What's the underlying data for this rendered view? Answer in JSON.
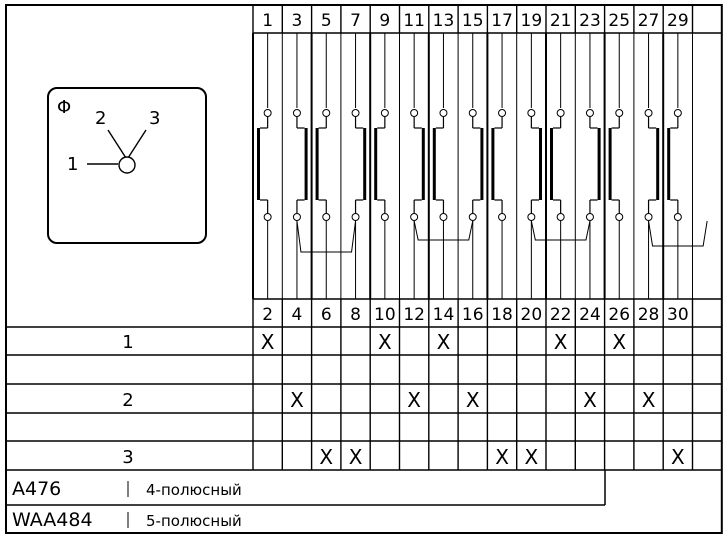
{
  "selector": {
    "symbol": "Φ",
    "positions": [
      "1",
      "2",
      "3"
    ]
  },
  "terminals_top": [
    "1",
    "3",
    "5",
    "7",
    "9",
    "11",
    "13",
    "15",
    "17",
    "19",
    "21",
    "23",
    "25",
    "27",
    "29"
  ],
  "terminals_bottom": [
    "2",
    "4",
    "6",
    "8",
    "10",
    "12",
    "14",
    "16",
    "18",
    "20",
    "22",
    "24",
    "26",
    "28",
    "30"
  ],
  "rows": [
    {
      "position": "1",
      "contacts": [
        "X",
        "",
        "",
        "",
        "X",
        "",
        "X",
        "",
        "",
        "",
        "X",
        "",
        "X",
        "",
        ""
      ]
    },
    {
      "position": "",
      "contacts": [
        "",
        "",
        "",
        "",
        "",
        "",
        "",
        "",
        "",
        "",
        "",
        "",
        "",
        "",
        ""
      ]
    },
    {
      "position": "2",
      "contacts": [
        "",
        "X",
        "",
        "",
        "",
        "X",
        "",
        "X",
        "",
        "",
        "",
        "X",
        "",
        "X",
        ""
      ]
    },
    {
      "position": "",
      "contacts": [
        "",
        "",
        "",
        "",
        "",
        "",
        "",
        "",
        "",
        "",
        "",
        "",
        "",
        "",
        ""
      ]
    },
    {
      "position": "3",
      "contacts": [
        "",
        "",
        "X",
        "X",
        "",
        "",
        "",
        "",
        "X",
        "X",
        "",
        "",
        "",
        "",
        "X"
      ]
    }
  ],
  "variants": [
    {
      "code": "A476",
      "description": "4-полюсный"
    },
    {
      "code": "WAA484",
      "description": "5-полюсный"
    }
  ]
}
